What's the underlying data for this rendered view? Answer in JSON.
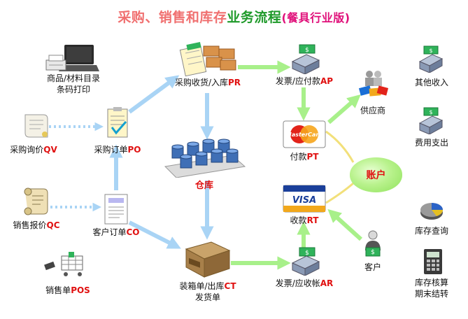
{
  "title": {
    "part1": "采购、销售和库存",
    "part2": "业务流程",
    "part3": "(餐具行业版)"
  },
  "nodes": {
    "barcode": {
      "line1": "商品/材料目录",
      "line2": "条码打印"
    },
    "inquiry": {
      "text": "采购询价",
      "code": "QV"
    },
    "purchase_order": {
      "text": "采购订单",
      "code": "PO"
    },
    "sales_quote": {
      "text": "销售报价",
      "code": "QC"
    },
    "customer_order": {
      "text": "客户订单",
      "code": "CO"
    },
    "pos": {
      "text": "销售单",
      "code": "POS"
    },
    "receiving": {
      "text": "采购收货/入库",
      "code": "PR"
    },
    "warehouse": {
      "text": "仓库"
    },
    "shipping": {
      "text": "装箱单/出库",
      "code": "CT",
      "line2": "发货单"
    },
    "invoice_ap": {
      "text": "发票/应付款",
      "code": "AP"
    },
    "payment": {
      "text": "付款",
      "code": "PT"
    },
    "ledger": {
      "text": "账户"
    },
    "receipt": {
      "text": "收款",
      "code": "RT"
    },
    "invoice_ar": {
      "text": "发票/应收帐",
      "code": "AR"
    },
    "supplier": {
      "text": "供应商"
    },
    "customer": {
      "text": "客户"
    },
    "other_income": {
      "text": "其他收入"
    },
    "expense": {
      "text": "费用支出"
    },
    "inventory_query": {
      "text": "库存查询"
    },
    "inventory_check": {
      "line1": "库存核算",
      "line2": "期末结转"
    }
  },
  "cards": {
    "master_top": "MasterCard",
    "visa": "VISA"
  },
  "colors": {
    "arrow_blue": "#a9d4f5",
    "arrow_green": "#a8f08a",
    "code_red": "#e01010",
    "title_pink": "#f07070",
    "title_green": "#1f9a2a"
  }
}
